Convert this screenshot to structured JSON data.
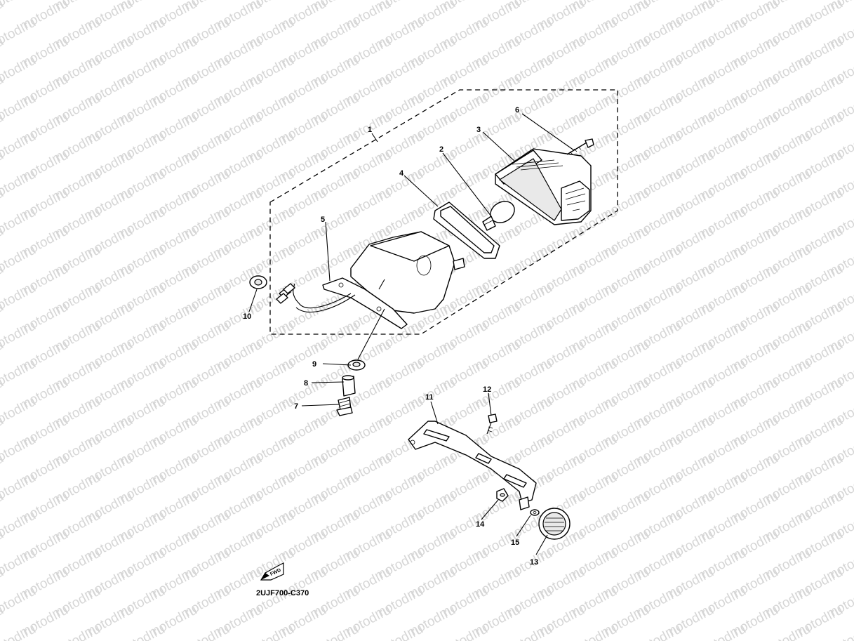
{
  "diagram": {
    "watermark_text": "motod.ru",
    "drawing_code": "2UJF700-C370",
    "fwd_label": "FWD",
    "callouts": {
      "p1": "1",
      "p2": "2",
      "p3": "3",
      "p4": "4",
      "p5": "5",
      "p6": "6",
      "p7": "7",
      "p8": "8",
      "p9": "9",
      "p10": "10",
      "p11": "11",
      "p12": "12",
      "p13": "13",
      "p14": "14",
      "p15": "15"
    }
  }
}
